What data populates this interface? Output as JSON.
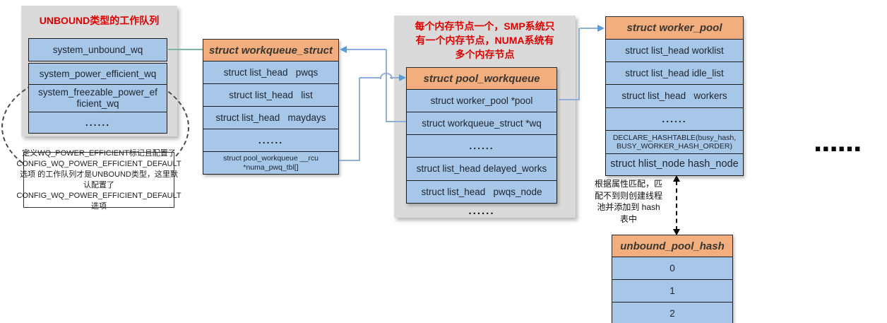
{
  "colors": {
    "panel_bg": "#dadada",
    "header_bg": "#f2ae7e",
    "cell_bg": "#a6c7e7",
    "red_text": "#e00000",
    "green_line": "#7fb5a2",
    "blue_line": "#8fafd9",
    "blue_arrow": "#5b9bd5"
  },
  "left_panel": {
    "title": "UNBOUND类型的工作队列",
    "rows": [
      "system_unbound_wq",
      "system_power_efficient_wq",
      "system_freezable_power_ef\nficient_wq",
      "......"
    ]
  },
  "unbound_note": "定义WQ_POWER_EFFICIENT标记且配置了CONFIG_WQ_POWER_EFFICIENT_DEFAULT选项 的工作队列才是UNBOUND类型，这里默认配置了CONFIG_WQ_POWER_EFFICIENT_DEFAULT 选项",
  "workqueue_struct": {
    "title": "struct workqueue_struct",
    "rows": [
      "struct list_head   pwqs",
      "struct list_head   list",
      "struct list_head   maydays",
      "......",
      "struct pool_workqueue __rcu\n*numa_pwq_tbl[]"
    ]
  },
  "numa_note": "每个内存节点一个，SMP系统只\n有一个内存节点，NUMA系统有\n多个内存节点",
  "pool_workqueue": {
    "title": "struct pool_workqueue",
    "rows": [
      "struct worker_pool *pool",
      "struct workqueue_struct *wq",
      "......",
      "struct list_head delayed_works",
      "struct list_head   pwqs_node"
    ],
    "ellipsis": "......"
  },
  "worker_pool": {
    "title": "struct worker_pool",
    "rows": [
      "struct list_head worklist",
      "struct list_head idle_list",
      "struct list_head   workers",
      "......",
      "DECLARE_HASHTABLE(busy_hash,\nBUSY_WORKER_HASH_ORDER)",
      "struct hlist_node hash_node"
    ]
  },
  "hash_note": "根据属性匹配，匹配不到则创建线程池并添加到 hash表中",
  "unbound_pool_hash": {
    "title": "unbound_pool_hash",
    "rows": [
      "0",
      "1",
      "2"
    ]
  },
  "big_ellipsis": "......"
}
